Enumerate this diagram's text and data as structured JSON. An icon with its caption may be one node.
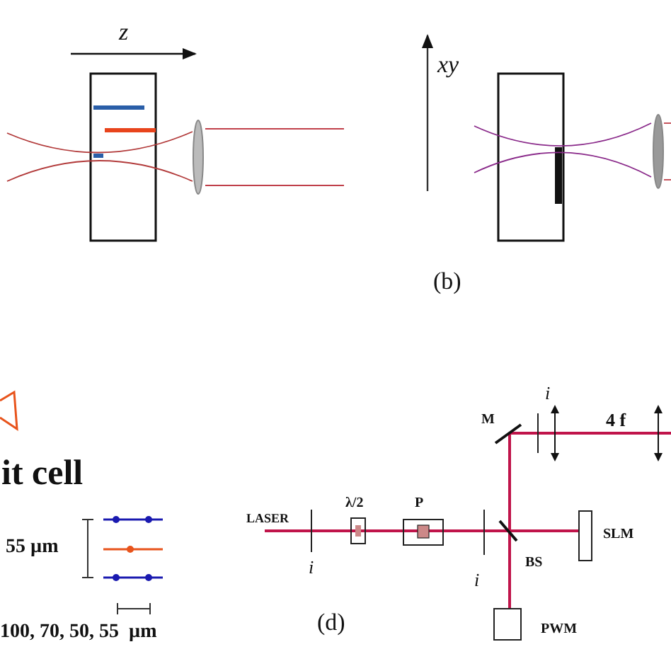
{
  "diagram": {
    "labels": [
      "z",
      "xy",
      "(b)",
      "i",
      "4 f",
      "M",
      "it cell",
      "LASER",
      "λ/2",
      "P",
      "SLM",
      "55 µm",
      "BS",
      "i",
      "i",
      "(d)",
      "PWM",
      "100, 70, 50, 55  µm"
    ]
  }
}
